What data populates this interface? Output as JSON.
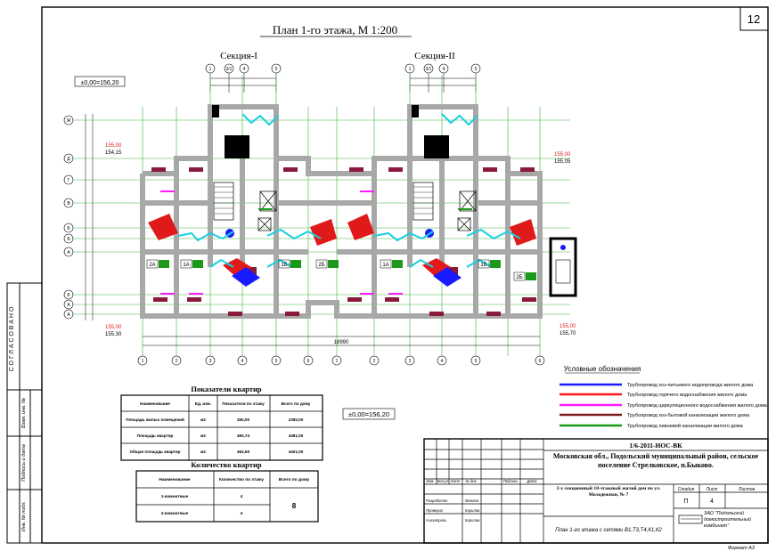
{
  "sheet_number": "12",
  "title": "План 1-го этажа, М 1:200",
  "sections": [
    "Секция-I",
    "Секция-II"
  ],
  "zero_level_top": "±0,00=156,20",
  "zero_level_mid": "±0,00=156,20",
  "elev_left_top": [
    "155,00",
    "154,15"
  ],
  "elev_left_bottom": [
    "155,00",
    "155,30"
  ],
  "elev_right_top": [
    "155,00",
    "155,05"
  ],
  "elev_right_bottom": [
    "155,00",
    "155,70"
  ],
  "axes_top_s1": [
    "1",
    "3/1",
    "4",
    "5"
  ],
  "axes_top_s2": [
    "1",
    "3/1",
    "4",
    "5"
  ],
  "axes_left": [
    "Ж",
    "Д",
    "Г",
    "В",
    "Б",
    "Б",
    "А",
    "Б",
    "А",
    "А"
  ],
  "axes_bottom": [
    "1",
    "2",
    "3",
    "4",
    "5",
    "6",
    "1",
    "2",
    "3",
    "4",
    "5",
    "6"
  ],
  "dim_total": "18990",
  "apartments": [
    "2А",
    "1А",
    "1Б",
    "2Б",
    "1А",
    "1Б",
    "2Б"
  ],
  "legend": {
    "title": "Условные обозначения",
    "items": [
      {
        "label": "Трубопровод хоз-питьевого водопровода жилого дома",
        "color": "#1a1aff"
      },
      {
        "label": "Трубопровод горячего водоснабжения жилого дома",
        "color": "#ff1a1a"
      },
      {
        "label": "Трубопровод циркуляционного водоснабжения жилого дома",
        "color": "#ff1aff"
      },
      {
        "label": "Трубопровод хоз-бытовой канализации жилого дома",
        "color": "#7a1a1a"
      },
      {
        "label": "Трубопровод ливневой канализации жилого дома",
        "color": "#1a9a1a"
      }
    ]
  },
  "indicators": {
    "title": "Показатели квартир",
    "headers": [
      "Наименование",
      "Ед. изм.",
      "Показатели по этажу",
      "Всего по дому"
    ],
    "rows": [
      [
        "Площадь жилых помещений",
        "м2",
        "260,00",
        "2350,00"
      ],
      [
        "Площадь квартир",
        "м2",
        "460,74",
        "4381,00"
      ],
      [
        "Общая площадь квартир",
        "м2",
        "462,69",
        "4401,00"
      ]
    ]
  },
  "apt_count": {
    "title": "Количество квартир",
    "headers": [
      "Наименование",
      "Количество по этажу",
      "Всего по дому"
    ],
    "rows": [
      [
        "1-комнатные",
        "4"
      ],
      [
        "2-комнатные",
        "4"
      ]
    ],
    "total": "8"
  },
  "stamp": {
    "code": "1/6-2011-НОС-ВК",
    "address": "Московская обл., Подольский муниципальный район, сельское поселение Стрелковское, п.Быково.",
    "object": "2-х секционный 10-этажный жилой дом по ул. Молодежная, № 7",
    "sheet_title": "План 1-го этажа с сетями В1,Т3,Т4,К1,К2",
    "company": "ЗАО \"Подольский домостроительный комбинат\"",
    "stage_headers": [
      "Стадия",
      "Лист",
      "Листов"
    ],
    "stage_values": [
      "П",
      "4",
      ""
    ],
    "roles": [
      "Разработал",
      "Проверил",
      "Н.контроль"
    ],
    "names": [
      "Минаев",
      "Кирилов",
      "Кирилов"
    ],
    "col_headers": [
      "Изм.",
      "Кол.уч",
      "Лист",
      "№ док.",
      "Подпись",
      "Дата"
    ],
    "format": "Формат А3"
  },
  "side_stamp": {
    "agreed": "СОГЛАСОВАНО",
    "labels": [
      "Взам. инв. №",
      "Подпись и дата",
      "Инв. № подл."
    ]
  }
}
